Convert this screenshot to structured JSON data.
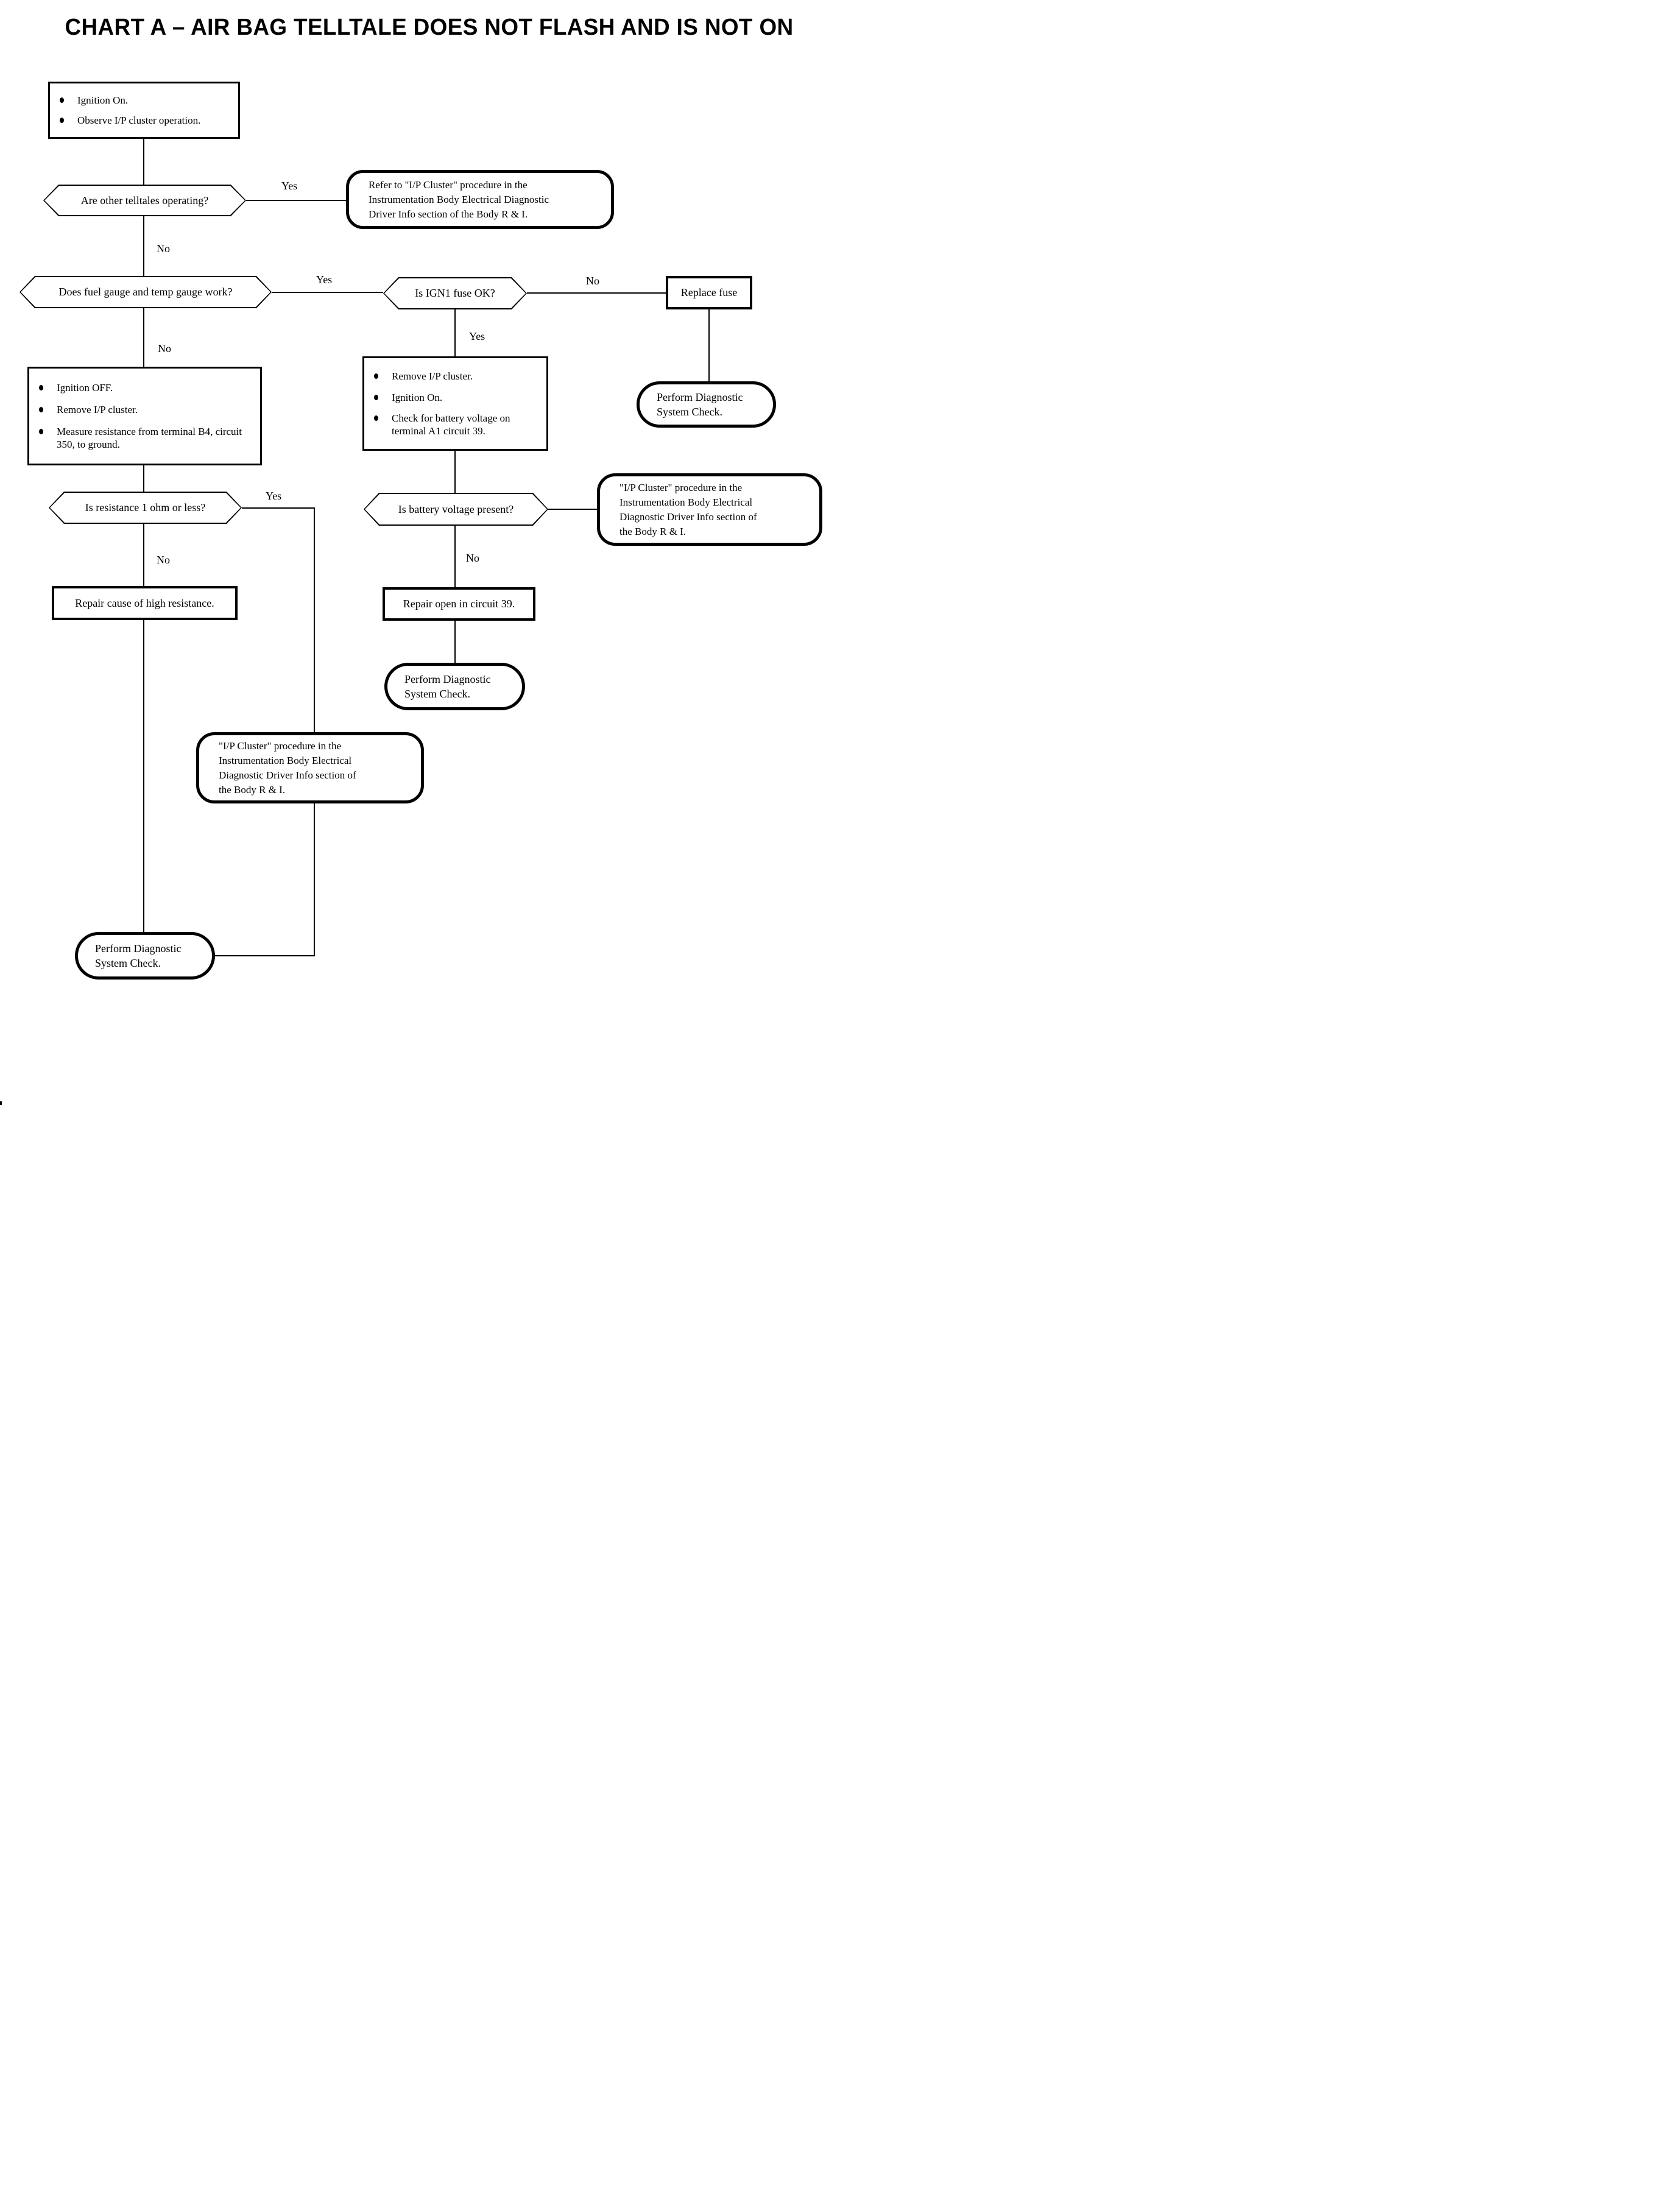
{
  "title": "CHART A – AIR BAG TELLTALE DOES NOT FLASH AND IS NOT ON",
  "colors": {
    "ink": "#000000",
    "paper": "#ffffff"
  },
  "edges": {
    "yes": "Yes",
    "no": "No"
  },
  "nodes": {
    "start": {
      "items": [
        "Ignition On.",
        "Observe I/P cluster operation."
      ]
    },
    "q_other_telltales": {
      "text": "Are other telltales operating?"
    },
    "refer_ip_cluster": {
      "lines": [
        "Refer to \"I/P Cluster\" procedure in the",
        "Instrumentation Body Electrical Diagnostic",
        "Driver Info section of the Body R & I."
      ]
    },
    "q_fuel_temp_gauge": {
      "text": "Does fuel gauge and temp gauge work?"
    },
    "q_ign1_fuse": {
      "text": "Is IGN1 fuse OK?"
    },
    "replace_fuse": {
      "text": "Replace fuse"
    },
    "perform_dsc_right": {
      "lines": [
        "Perform Diagnostic",
        "System Check."
      ]
    },
    "remove_cluster_steps": {
      "items": [
        "Remove I/P cluster.",
        "Ignition On.",
        "Check for battery voltage on terminal A1 circuit 39."
      ]
    },
    "ignition_off_steps": {
      "items": [
        "Ignition OFF.",
        "Remove I/P cluster.",
        "Measure resistance from terminal B4, circuit 350, to ground."
      ]
    },
    "q_resistance": {
      "text": "Is resistance 1 ohm or less?"
    },
    "q_battery_voltage": {
      "text": "Is battery voltage present?"
    },
    "ip_cluster_procedure_right": {
      "lines": [
        "\"I/P Cluster\" procedure in the",
        "Instrumentation Body Electrical",
        "Diagnostic Driver Info section of",
        "the Body R & I."
      ]
    },
    "repair_high_resistance": {
      "text": "Repair cause of high resistance."
    },
    "repair_open_circuit": {
      "text": "Repair open in circuit 39."
    },
    "perform_dsc_middle": {
      "lines": [
        "Perform Diagnostic",
        "System Check."
      ]
    },
    "ip_cluster_procedure_center": {
      "lines": [
        "\"I/P Cluster\" procedure in the",
        "Instrumentation Body Electrical",
        "Diagnostic Driver Info section of",
        "the Body R & I."
      ]
    },
    "perform_dsc_bottom": {
      "lines": [
        "Perform Diagnostic",
        "System Check."
      ]
    }
  }
}
